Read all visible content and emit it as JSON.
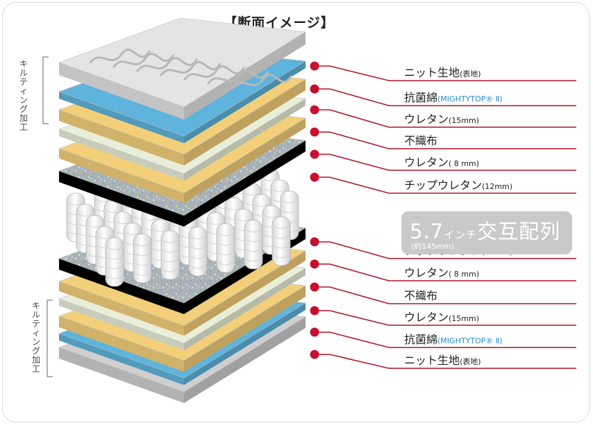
{
  "title": "【断面イメージ】",
  "side_labels": {
    "top": "キルティング加工",
    "bottom": "キルティング加工"
  },
  "colors": {
    "red_dot": "#c8102e",
    "connector": "#b3122a",
    "knit": "#cfcfcf",
    "antibacterial": "#5eb4dc",
    "urethane": "#f3cf7a",
    "nonwoven": "#e9eed9",
    "chip_urethane": "#a6b0b6",
    "box_bg": "#c9c9c9"
  },
  "spring": {
    "main": "5.7",
    "main_small": "インチ",
    "main_rest": "交互配列",
    "sub": "(約145mm)"
  },
  "layers_top": [
    {
      "name": "ニット生地",
      "detail": "(表地)",
      "style": "sm"
    },
    {
      "name": "抗菌綿",
      "detail": "(MIGHTYTOP® Ⅱ)",
      "style": "note"
    },
    {
      "name": "ウレタン",
      "detail": "(15mm)",
      "style": "sm"
    },
    {
      "name": "不織布",
      "detail": "",
      "style": "sm"
    },
    {
      "name": "ウレタン",
      "detail": "( 8 mm)",
      "style": "sm"
    },
    {
      "name": "チップウレタン",
      "detail": "(12mm)",
      "style": "sm"
    }
  ],
  "layers_bottom": [
    {
      "name": "チップウレタン",
      "detail": "(12mm)",
      "style": "sm"
    },
    {
      "name": "ウレタン",
      "detail": "( 8 mm)",
      "style": "sm"
    },
    {
      "name": "不織布",
      "detail": "",
      "style": "sm"
    },
    {
      "name": "ウレタン",
      "detail": "(15mm)",
      "style": "sm"
    },
    {
      "name": "抗菌綿",
      "detail": "(MIGHTYTOP® Ⅱ)",
      "style": "note"
    },
    {
      "name": "ニット生地",
      "detail": "(表地)",
      "style": "sm"
    }
  ]
}
